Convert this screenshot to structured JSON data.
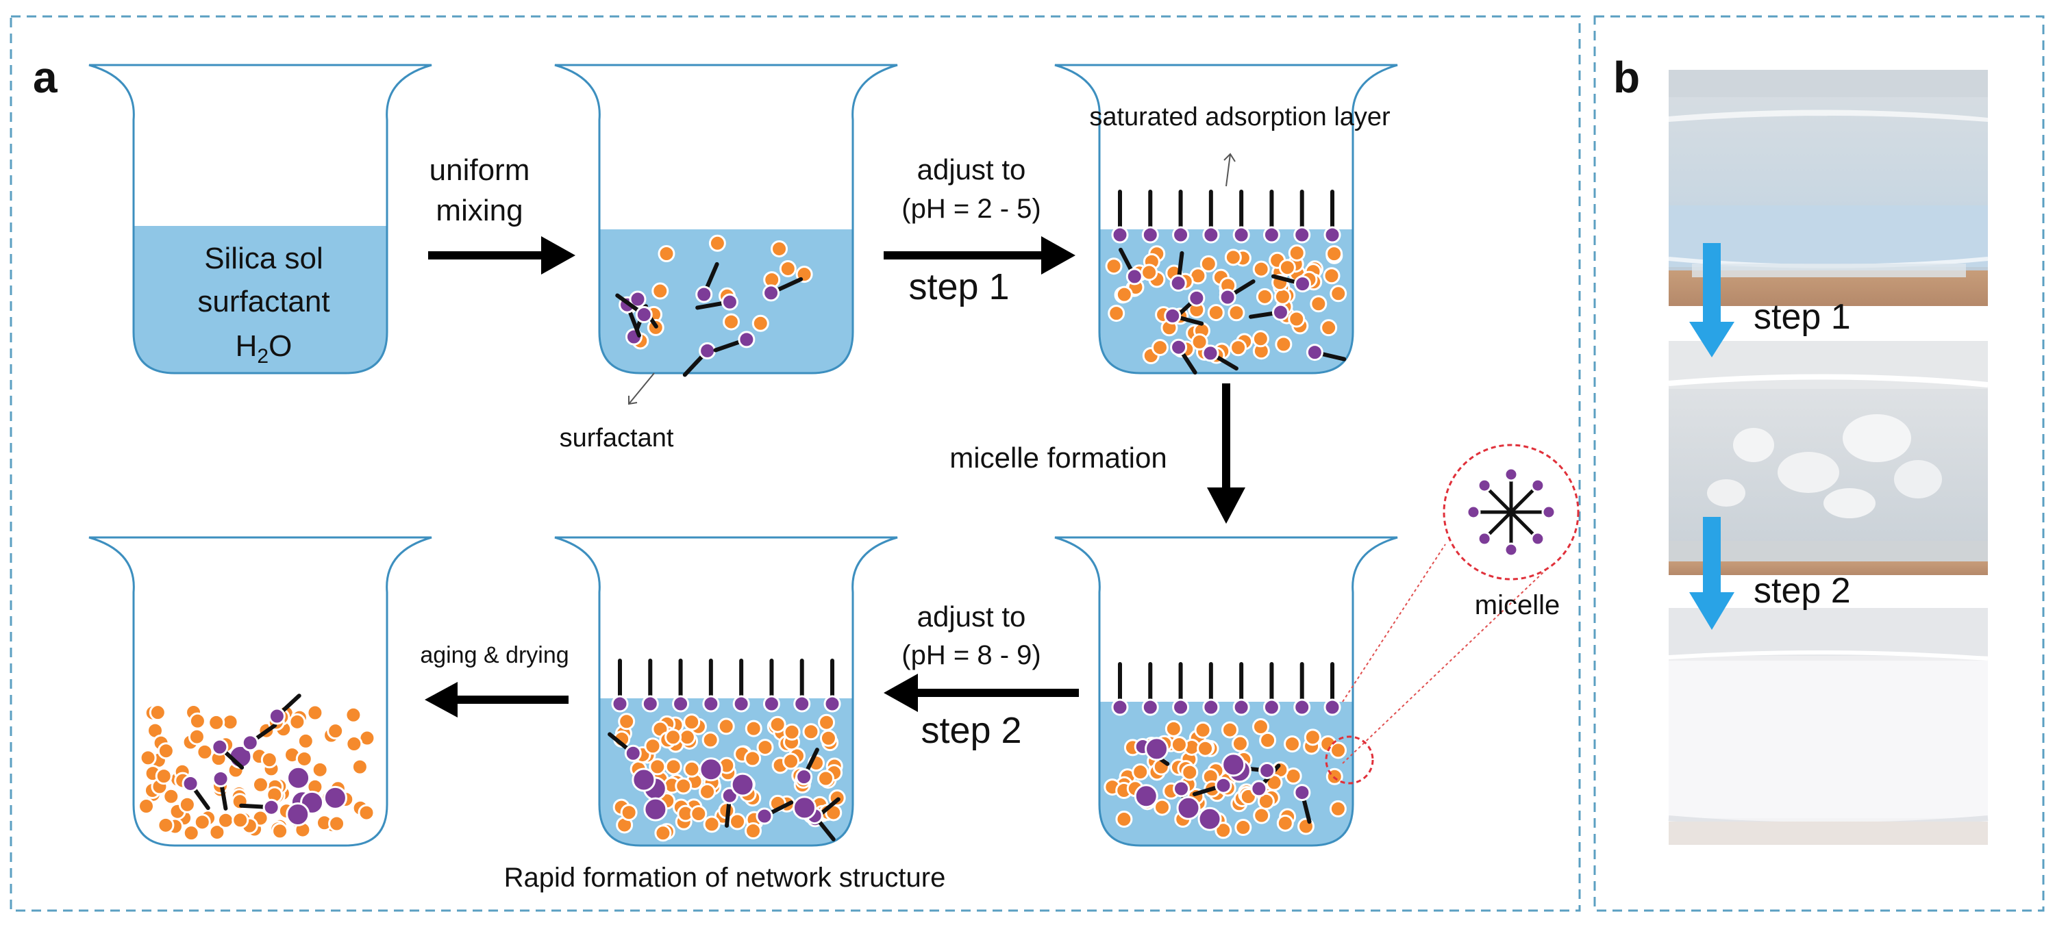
{
  "panel_a": {
    "letter": "a",
    "beaker1": {
      "line1": "Silica sol",
      "line2": "surfactant",
      "line3_main": "H",
      "line3_sub": "2",
      "line3_tail": "O"
    },
    "arrow1": {
      "line1": "uniform",
      "line2": "mixing"
    },
    "arrow2": {
      "line1": "adjust to",
      "line2": "(pH = 2 - 5)",
      "step": "step 1"
    },
    "surfactant_label": "surfactant",
    "saturated_label": "saturated adsorption layer",
    "micelle_formation": "micelle formation",
    "micelle_label": "micelle",
    "arrow3": {
      "line1": "adjust to",
      "line2": "(pH = 8 - 9)",
      "step": "step 2"
    },
    "aging_label": "aging & drying",
    "network_label": "Rapid formation of network  structure"
  },
  "panel_b": {
    "letter": "b",
    "step1": "step 1",
    "step2": "step 2"
  },
  "colors": {
    "liquid": "#8fc6e6",
    "silica_particle": "#f58a2c",
    "surfactant_head": "#7d3c98",
    "frame": "#5b9fc2",
    "blue_arrow": "#29a3e6"
  }
}
